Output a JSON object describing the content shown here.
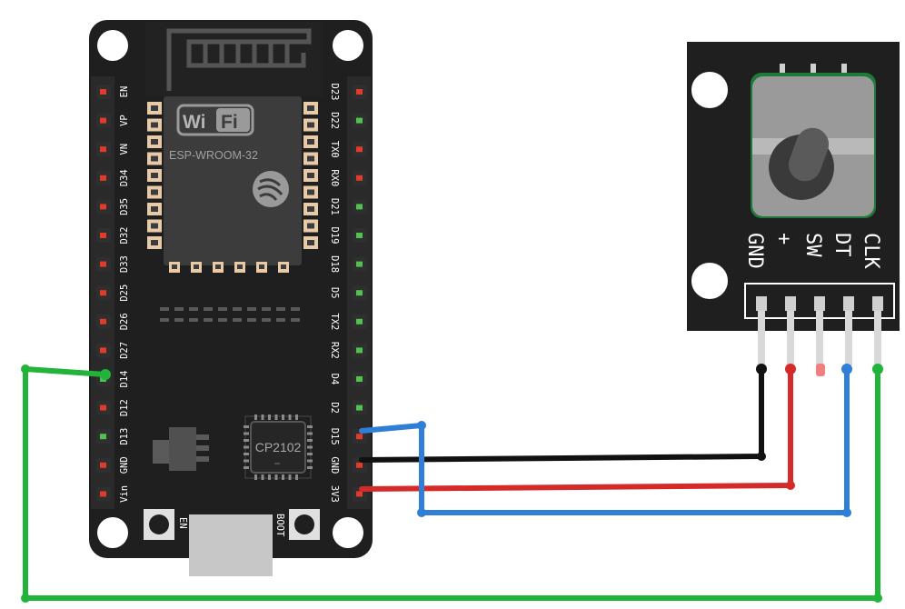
{
  "board": {
    "module_brand": "WiFi",
    "module_brand_left": "Wi",
    "module_brand_right": "Fi",
    "module_name": "ESP-WROOM-32",
    "chip_label": "CP2102",
    "button_en": "EN",
    "button_boot": "BOOT",
    "left_pins": [
      "EN",
      "VP",
      "VN",
      "D34",
      "D35",
      "D32",
      "D33",
      "D25",
      "D26",
      "D27",
      "D14",
      "D12",
      "D13",
      "GND",
      "Vin"
    ],
    "right_pins": [
      "D23",
      "D22",
      "TX0",
      "RX0",
      "D21",
      "D19",
      "D18",
      "D5",
      "TX2",
      "RX2",
      "D4",
      "D2",
      "D15",
      "GND",
      "3V3"
    ]
  },
  "encoder": {
    "pins": [
      "GND",
      "+",
      "SW",
      "DT",
      "CLK"
    ]
  },
  "colors": {
    "board": "#1f1f1f",
    "wire_green": "#22b33a",
    "wire_blue": "#2f7fd6",
    "wire_black": "#111111",
    "wire_red": "#d42a2a",
    "pin_red": "#e23b2a",
    "pin_green": "#4fc24f"
  }
}
